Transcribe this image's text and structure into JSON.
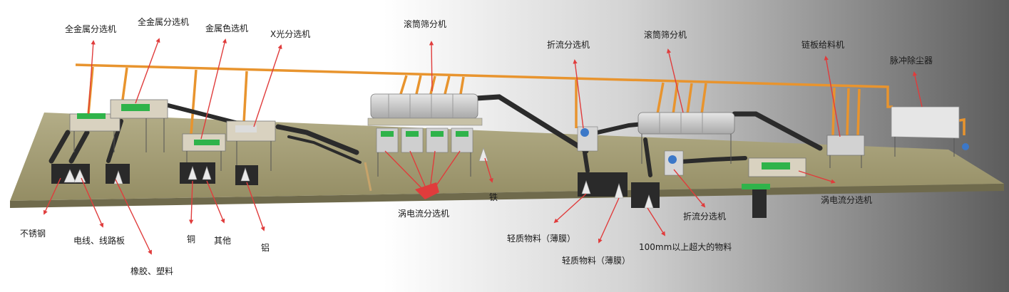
{
  "top_labels": {
    "l1": "全金属分选机",
    "l2": "全金属分选机",
    "l3": "金属色选机",
    "l4": "X光分选机",
    "l5": "滚筒筛分机",
    "l6": "折流分选机",
    "l7": "滚筒筛分机",
    "l8": "链板给料机",
    "l9": "脉冲除尘器"
  },
  "bottom_labels": {
    "b1": "不锈钢",
    "b2": "电线、线路板",
    "b3": "橡胶、塑料",
    "b4": "铜",
    "b5": "其他",
    "b6": "铝",
    "b7": "涡电流分选机",
    "b8": "铁",
    "b9": "轻质物料（薄膜）",
    "b10": "轻质物料（薄膜）",
    "b11": "100mm以上超大的物料",
    "b12": "折流分选机",
    "b13": "涡电流分选机"
  },
  "colors": {
    "arrow": "#e03c3c",
    "pipe": "#e8942e",
    "floor": "#a59f78",
    "conveyor": "#2b2b2b",
    "belt_green": "#2fb34a"
  }
}
